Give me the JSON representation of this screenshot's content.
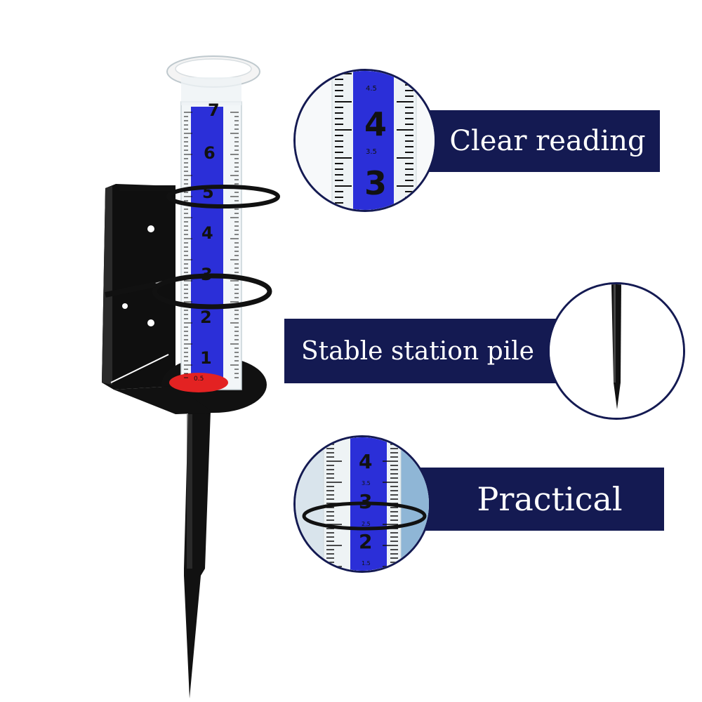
{
  "features": [
    {
      "label": "Clear reading"
    },
    {
      "label": "Stable station pile"
    },
    {
      "label": "Practical"
    }
  ],
  "gauge": {
    "scale_numbers": [
      "7",
      "6",
      "5",
      "4",
      "3",
      "2",
      "1"
    ],
    "half_marks": [
      "0.5"
    ]
  },
  "zoom_reading": {
    "numbers": [
      "4",
      "3"
    ],
    "half_marks": [
      "4.5",
      "3.5"
    ]
  },
  "zoom_practical": {
    "numbers": [
      "4",
      "3",
      "2"
    ],
    "half_marks": [
      "3.5",
      "2.5",
      "1.5"
    ]
  },
  "colors": {
    "banner": "#141a52",
    "scale_blue": "#2b2fd8",
    "base_red": "#e32222",
    "metal": "#111111"
  },
  "icons": [
    "gauge-product-image",
    "stake-zoom-image"
  ]
}
